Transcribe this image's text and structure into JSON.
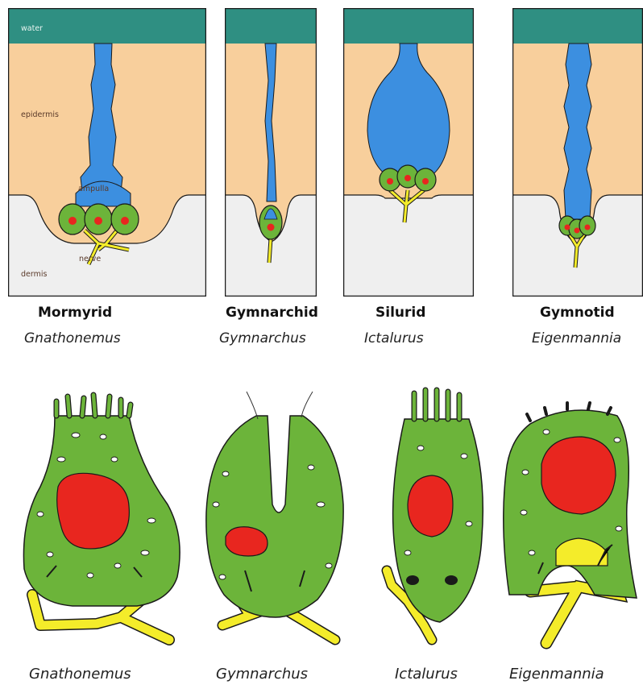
{
  "colors": {
    "water": "#2f8f82",
    "epidermis": "#f8cf9c",
    "dermis": "#efefef",
    "canal": "#3c8fe0",
    "cell": "#6cb43a",
    "nucleus": "#e8261f",
    "nerve": "#f4ec2a",
    "outline": "#1a1a1a"
  },
  "layer_labels": {
    "water": "water",
    "epidermis": "epidermis",
    "ampulla": "ampulla",
    "nerve": "nerve",
    "dermis": "dermis"
  },
  "organs": [
    {
      "common_name": "Mormyrid",
      "genus": "Gnathonemus"
    },
    {
      "common_name": "Gymnarchid",
      "genus": "Gymnarchus"
    },
    {
      "common_name": "Silurid",
      "genus": "Ictalurus"
    },
    {
      "common_name": "Gymnotid",
      "genus": "Eigenmannia"
    }
  ],
  "cells": [
    {
      "genus": "Gnathonemus"
    },
    {
      "genus": "Gymnarchus"
    },
    {
      "genus": "Ictalurus"
    },
    {
      "genus": "Eigenmannia"
    }
  ]
}
